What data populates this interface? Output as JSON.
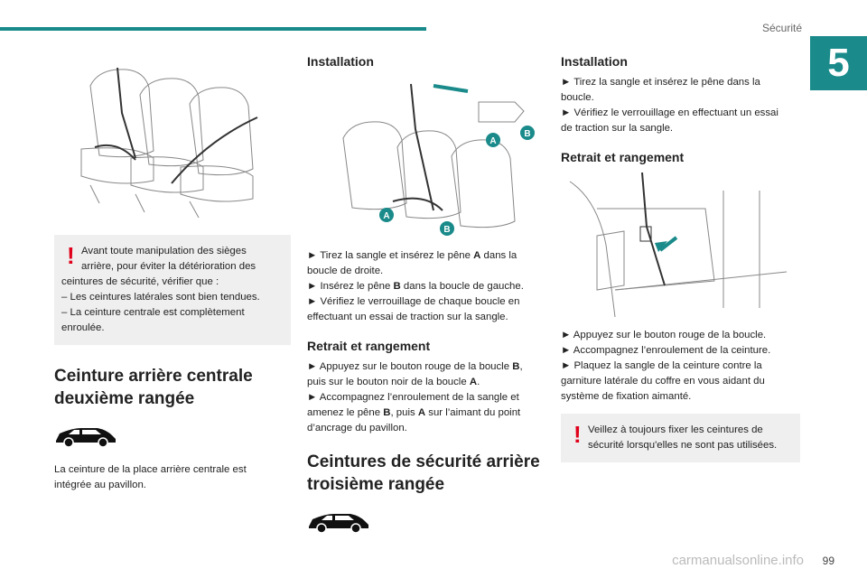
{
  "header": {
    "section": "Sécurité",
    "chapter_number": "5"
  },
  "col1": {
    "warning": {
      "line1": "Avant toute manipulation des sièges",
      "line2": "arrière, pour éviter la détérioration des",
      "line3": "ceintures de sécurité, vérifier que :",
      "line4": "– Les ceintures latérales sont bien tendues.",
      "line5": "– La ceinture centrale est complètement",
      "line6": "enroulée."
    },
    "heading_l1": "Ceinture arrière centrale",
    "heading_l2": "deuxième rangée",
    "para_l1": "La ceinture de la place arrière centrale est",
    "para_l2": "intégrée au pavillon."
  },
  "col2": {
    "heading_install": "Installation",
    "labels": {
      "a": "A",
      "b": "B"
    },
    "install": {
      "l1a": "► Tirez la sangle et insérez le pêne ",
      "l1b": "A",
      "l1c": " dans la",
      "l2": "boucle de droite.",
      "l3a": "► Insérez le pêne ",
      "l3b": "B",
      "l3c": " dans la boucle de gauche.",
      "l4": "► Vérifiez le verrouillage de chaque boucle en",
      "l5": "effectuant un essai de traction sur la sangle."
    },
    "heading_retrait": "Retrait et rangement",
    "retrait": {
      "l1a": "► Appuyez sur le bouton rouge de la boucle ",
      "l1b": "B",
      "l1c": ",",
      "l2a": "puis sur le bouton noir de la boucle ",
      "l2b": "A",
      "l2c": ".",
      "l3": "► Accompagnez l’enroulement de la sangle et",
      "l4a": "amenez le pêne ",
      "l4b": "B",
      "l4c": ", puis ",
      "l4d": "A",
      "l4e": " sur l’aimant du point",
      "l5": "d’ancrage du pavillon."
    },
    "heading_big_l1": "Ceintures de sécurité arrière",
    "heading_big_l2": "troisième rangée"
  },
  "col3": {
    "heading_install": "Installation",
    "install": {
      "l1": "► Tirez la sangle et insérez le pêne dans la",
      "l2": "boucle.",
      "l3": "► Vérifiez le verrouillage en effectuant un essai",
      "l4": "de traction sur la sangle."
    },
    "heading_retrait": "Retrait et rangement",
    "retrait": {
      "l1": "► Appuyez sur le bouton rouge de la boucle.",
      "l2": "► Accompagnez l’enroulement de la ceinture.",
      "l3": "► Plaquez la sangle de la ceinture contre la",
      "l4": "garniture latérale du coffre en vous aidant du",
      "l5": "système de fixation aimanté."
    },
    "warning": {
      "line1": "Veillez à toujours fixer les ceintures de",
      "line2": "sécurité lorsqu'elles ne sont pas utilisées."
    }
  },
  "footer": {
    "page": "99",
    "watermark": "carmanualsonline.info"
  },
  "colors": {
    "accent": "#1a8a8a",
    "warning_red": "#e0001b",
    "warning_bg": "#efefef"
  }
}
